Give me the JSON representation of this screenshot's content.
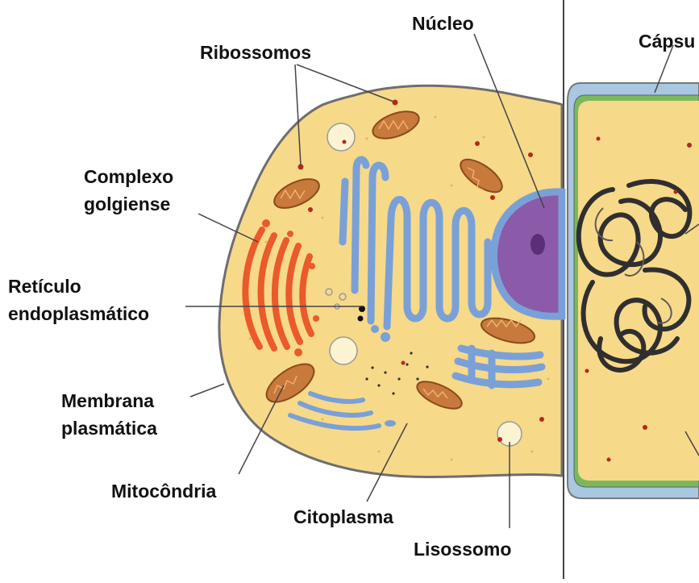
{
  "labels": {
    "nucleo": "Núcleo",
    "ribossomos": "Ribossomos",
    "capsula": "Cápsu",
    "complexo_golgiense_1": "Complexo",
    "complexo_golgiense_2": "golgiense",
    "reticulo_1": "Retículo",
    "reticulo_2": "endoplasmático",
    "membrana_1": "Membrana",
    "membrana_2": "plasmática",
    "mitocondria": "Mitocôndria",
    "citoplasma": "Citoplasma",
    "lisossomo": "Lisossomo"
  },
  "colors": {
    "cytoplasm": "#f7d98a",
    "membrane": "#6e6e6e",
    "nucleus": "#8b5aa8",
    "nucleus_envelope": "#7aa0d8",
    "golgi": "#ea5a2a",
    "reticulum": "#7aa0d8",
    "mitochondria": "#c8793c",
    "capsule": "#a9c7e0",
    "cell_wall": "#7cb85a",
    "ribosome": "#b22a1a",
    "lysosome": "#fbf3d2"
  }
}
